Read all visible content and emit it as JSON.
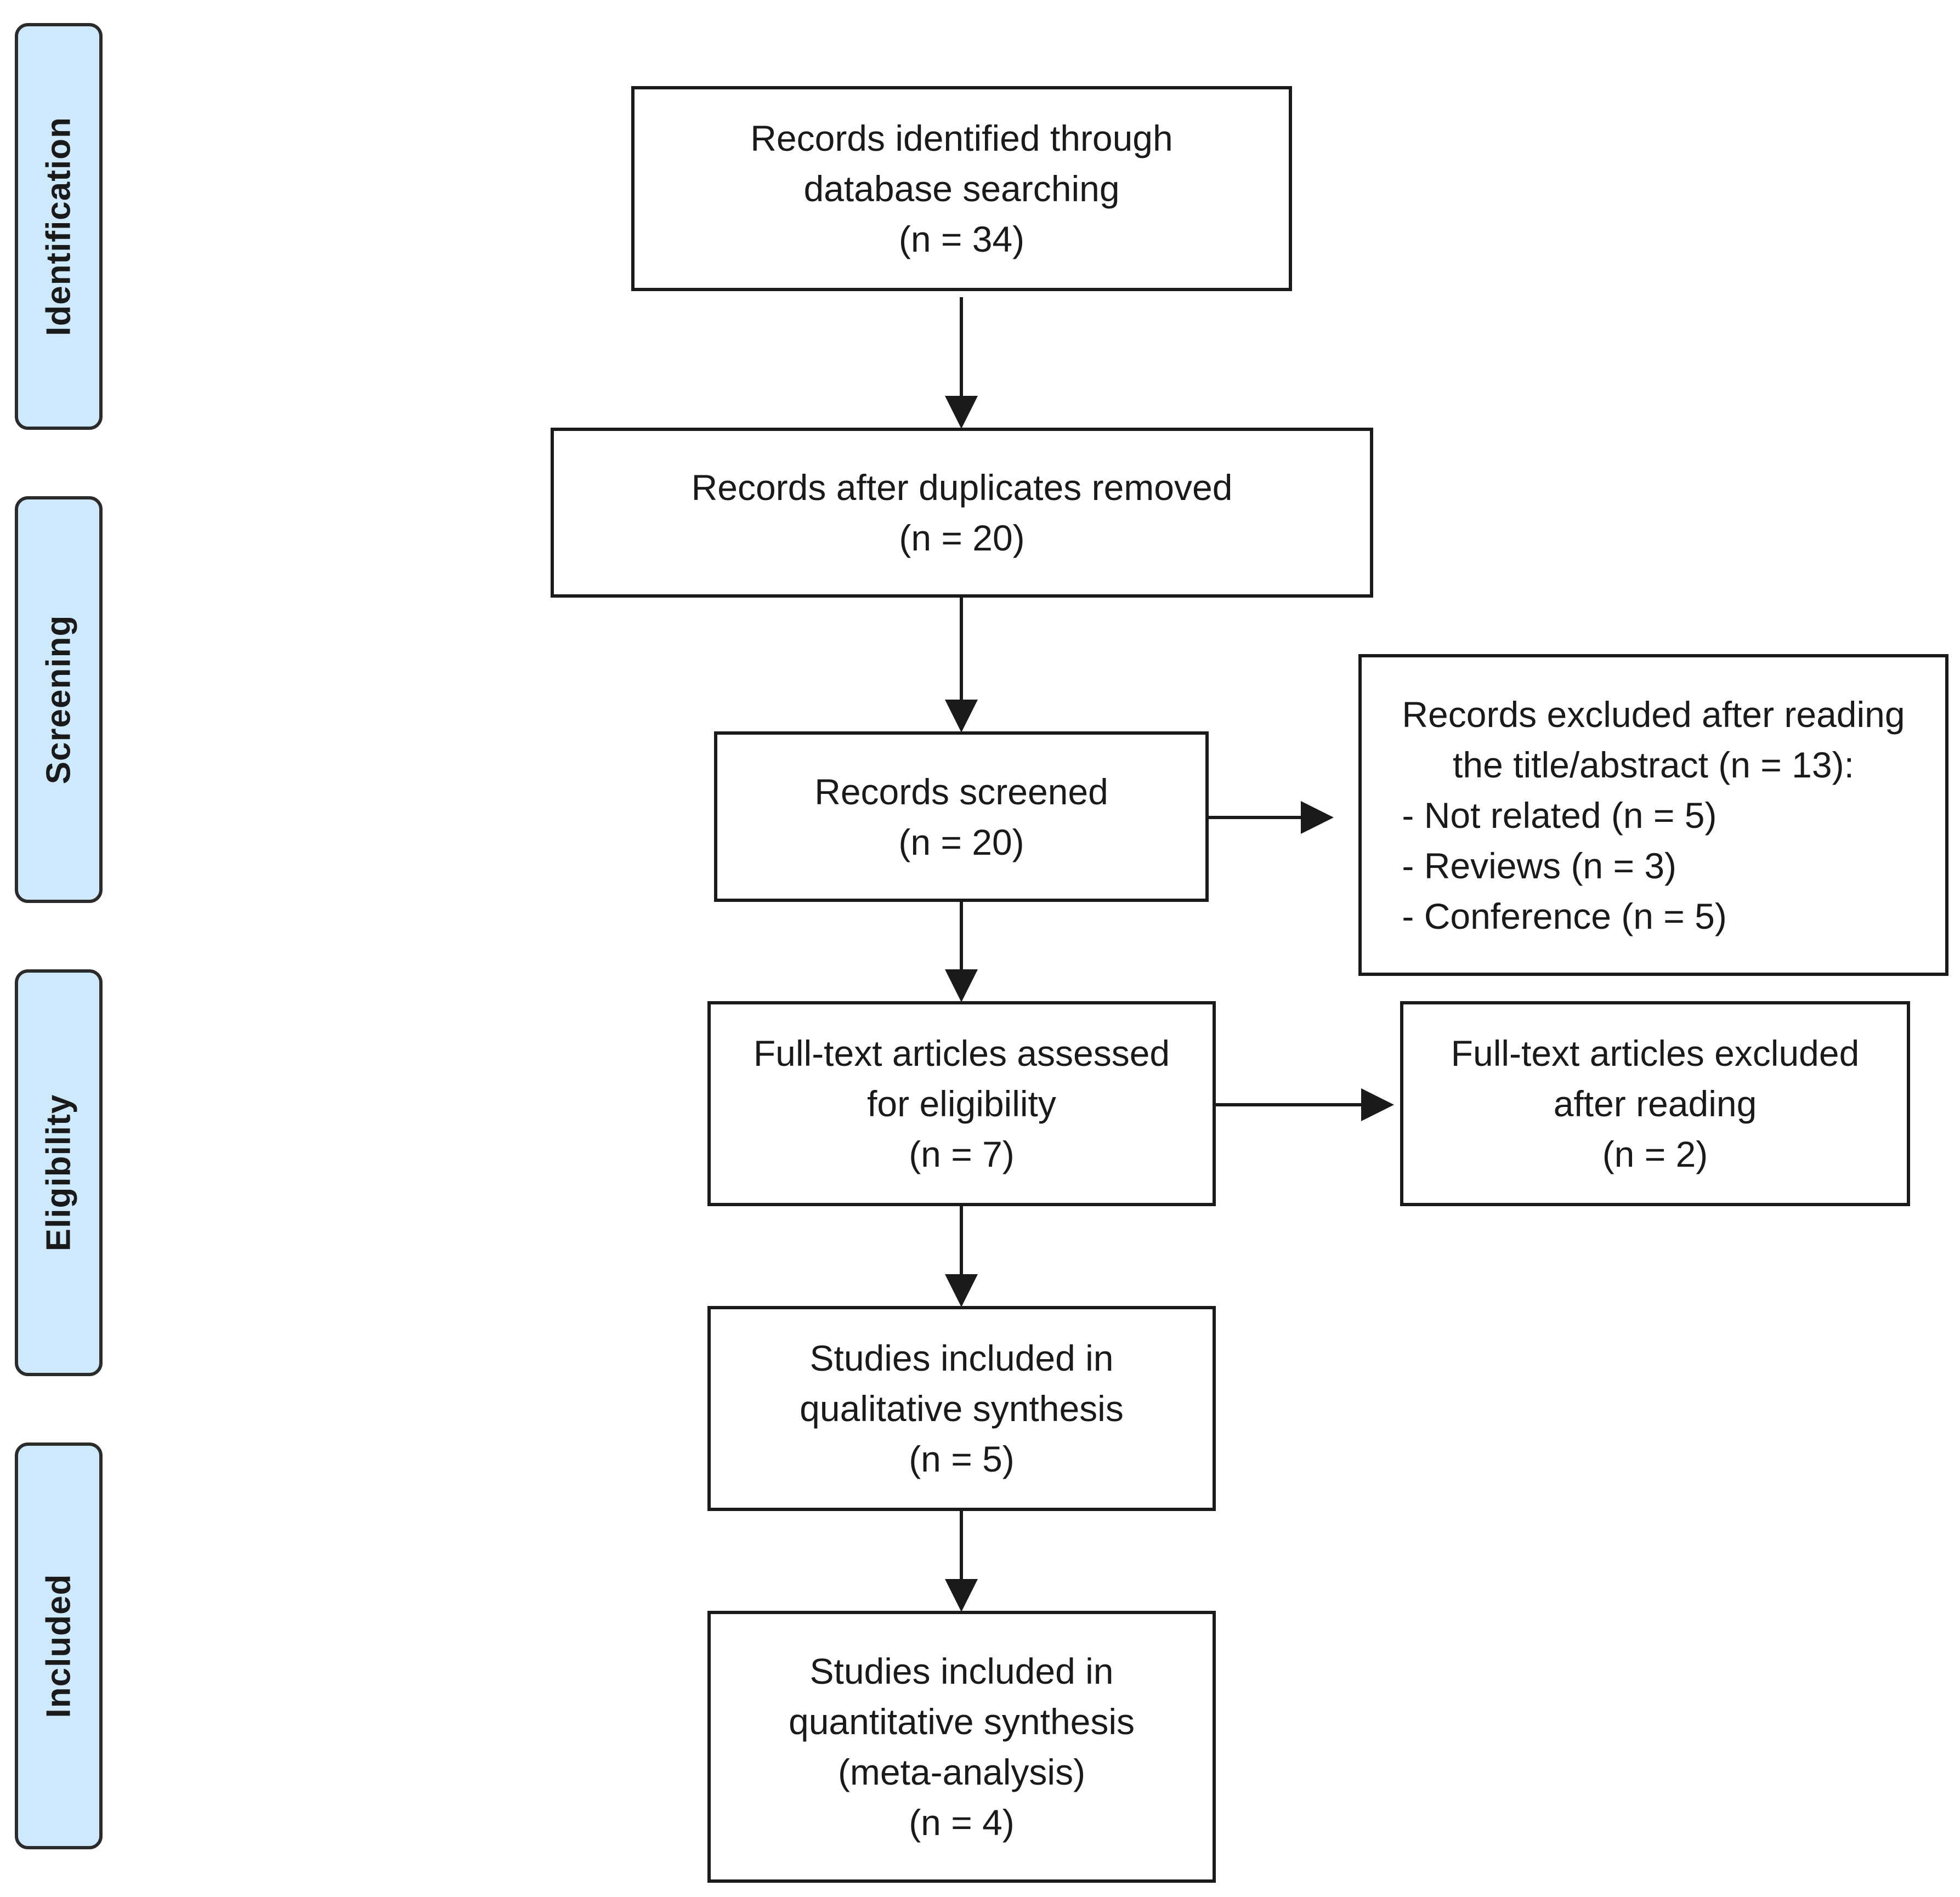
{
  "stages": [
    {
      "id": "identification",
      "label": "Identification"
    },
    {
      "id": "screening",
      "label": "Screening"
    },
    {
      "id": "eligibility",
      "label": "Eligibility"
    },
    {
      "id": "included",
      "label": "Included"
    }
  ],
  "boxes": {
    "identified": {
      "lines": [
        "Records identified through",
        "database searching",
        "(n = 34)"
      ]
    },
    "deduplicated": {
      "lines": [
        "Records after duplicates removed",
        "(n = 20)"
      ]
    },
    "screened": {
      "lines": [
        "Records screened",
        "(n = 20)"
      ]
    },
    "excluded_screening": {
      "header": [
        "Records excluded after reading",
        "the title/abstract (n = 13):"
      ],
      "items": [
        "- Not related (n = 5)",
        "- Reviews (n = 3)",
        "- Conference (n = 5)"
      ]
    },
    "fulltext_assessed": {
      "lines": [
        "Full-text articles assessed",
        "for eligibility",
        "(n = 7)"
      ]
    },
    "fulltext_excluded": {
      "lines": [
        "Full-text articles excluded",
        "after reading",
        "(n = 2)"
      ]
    },
    "qualitative": {
      "lines": [
        "Studies included in",
        "qualitative synthesis",
        "(n = 5)"
      ]
    },
    "quantitative": {
      "lines": [
        "Studies included in",
        "quantitative synthesis",
        "(meta-analysis)",
        "(n = 4)"
      ]
    }
  },
  "colors": {
    "stage_fill": "#cde9fb",
    "stroke": "#1a1a1a"
  }
}
